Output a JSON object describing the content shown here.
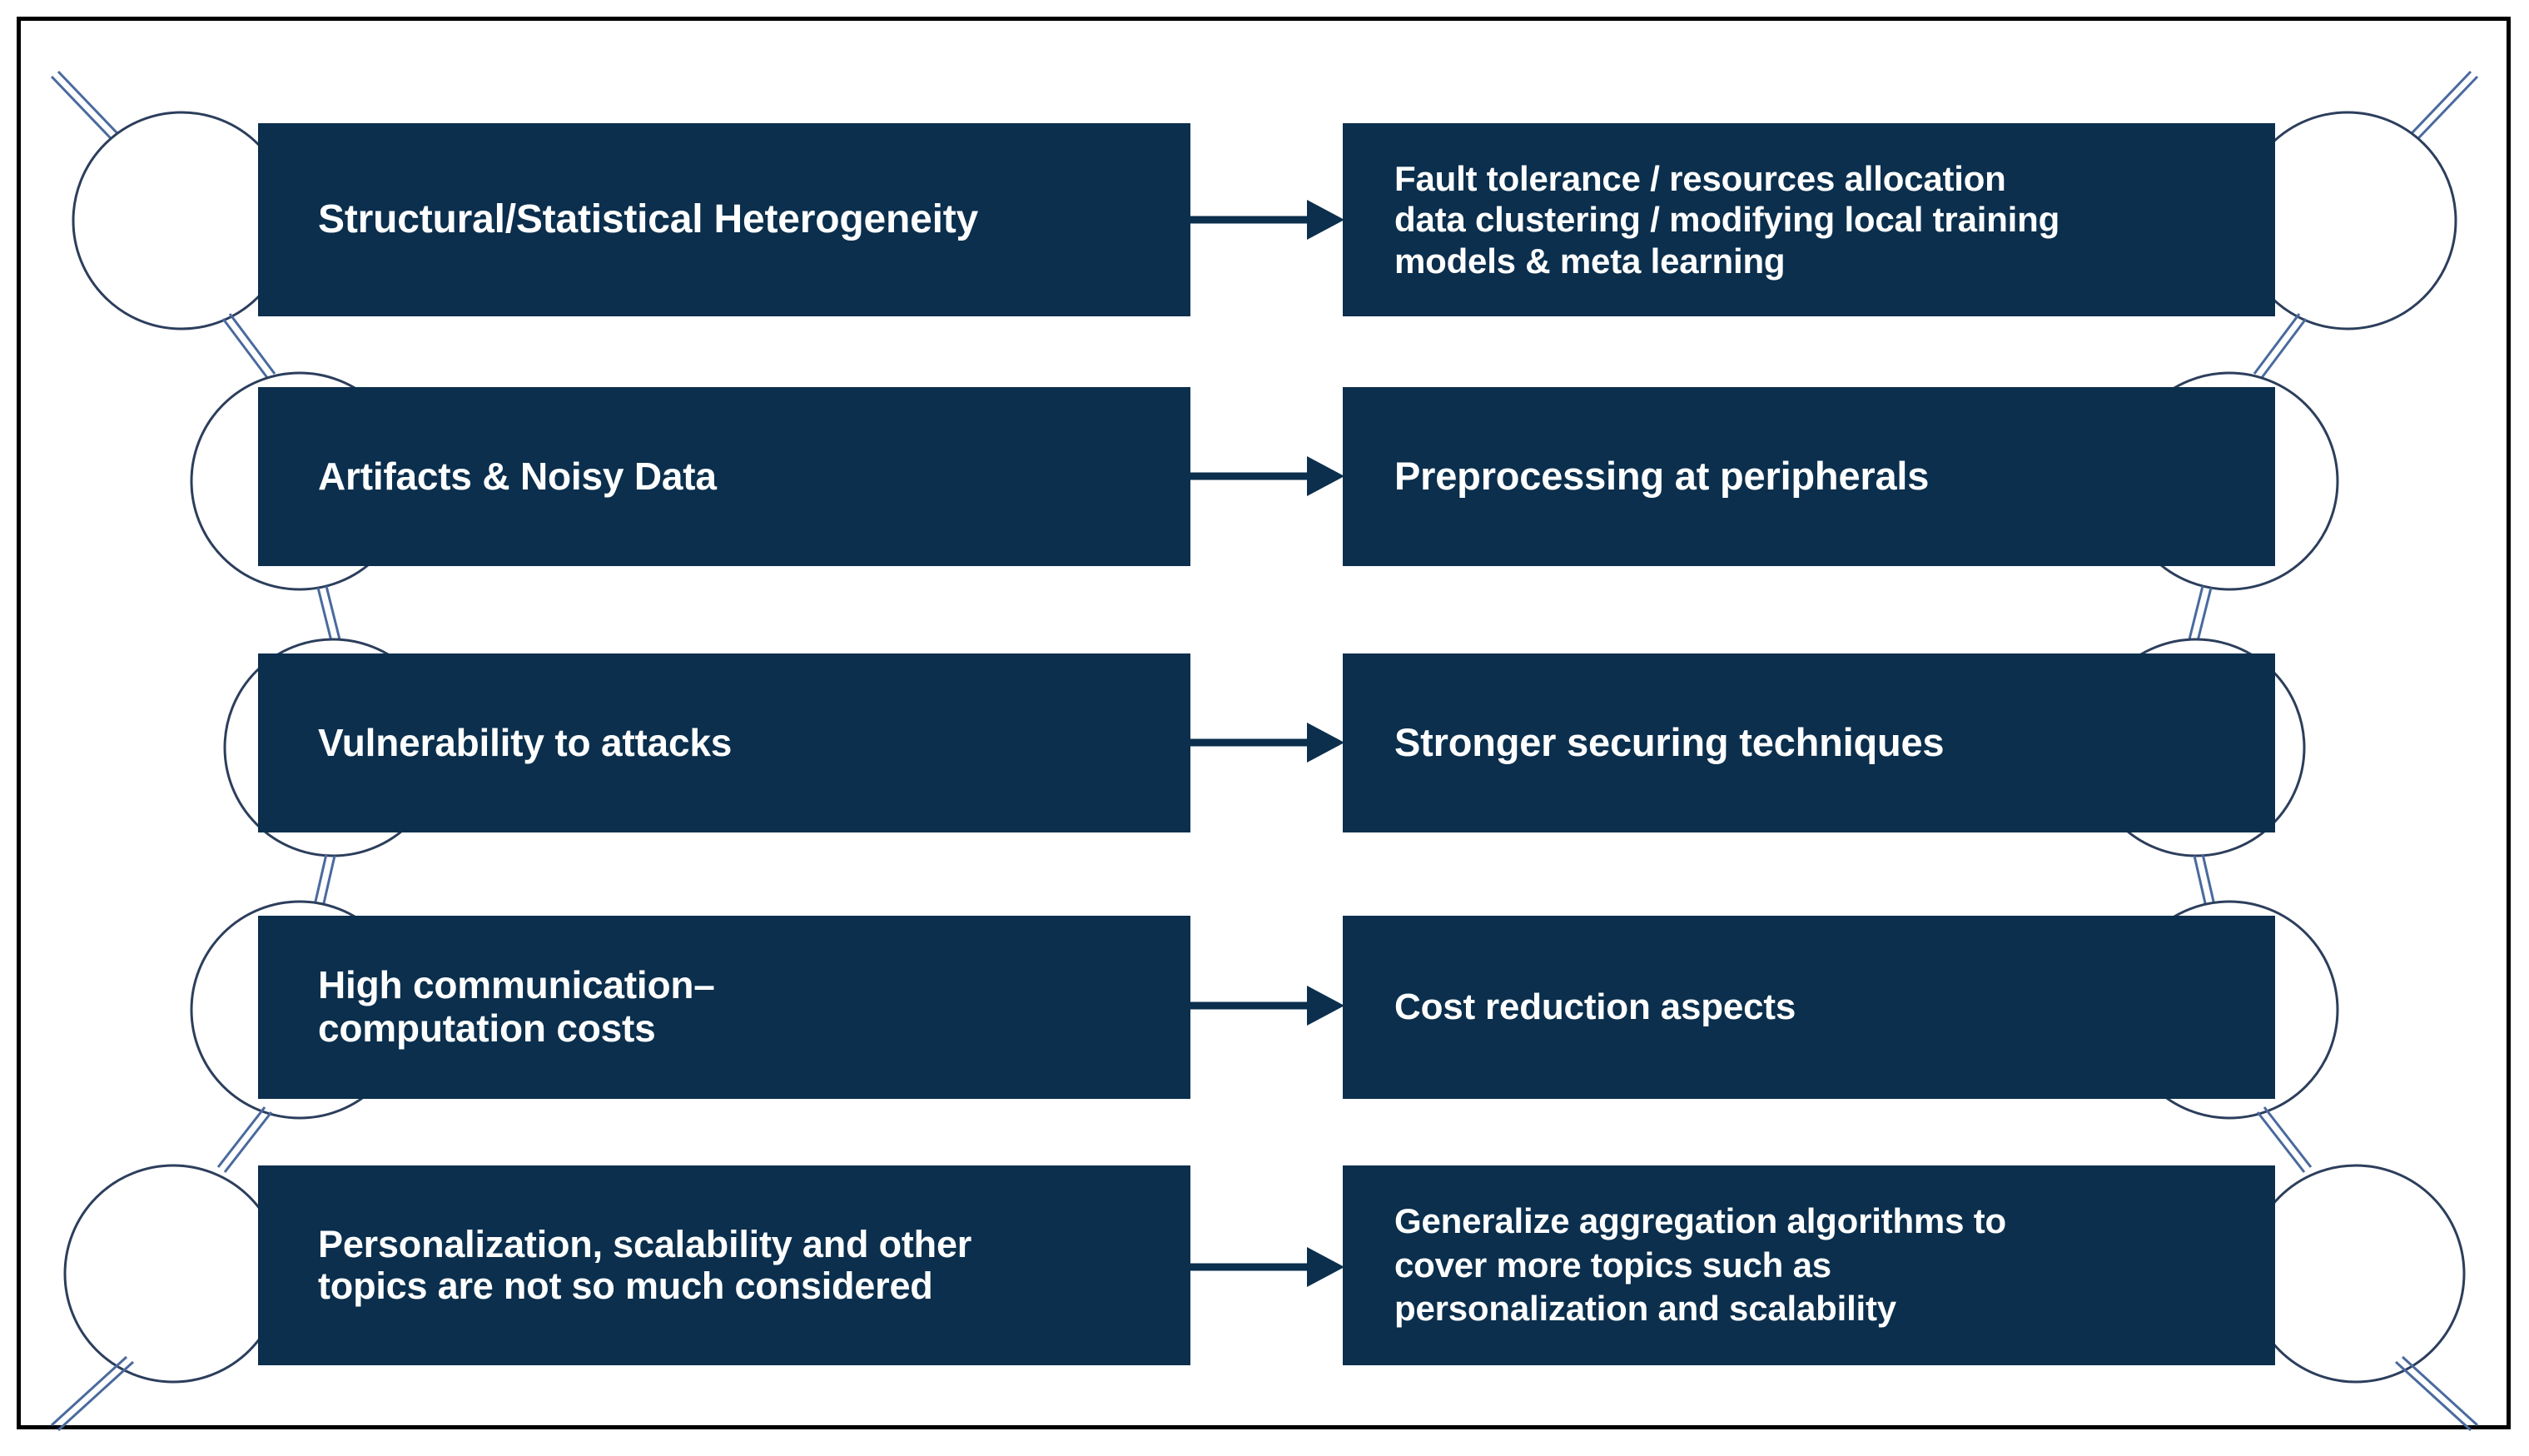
{
  "diagram": {
    "title": "Federated learning challenges and proposed solutions",
    "colors": {
      "box_fill": "#0b2f4d",
      "box_text": "#ffffff",
      "circle_fill": "#ffffff",
      "circle_stroke": "#2c3e5c",
      "stem_stroke": "#4a6a9e",
      "arrow": "#0b2f4d",
      "frame": "#000000",
      "page_background": "#ffffff"
    },
    "rows": [
      {
        "id": "row-1",
        "challenge": "Structural/Statistical Heterogeneity",
        "solution": "Fault tolerance / resources allocation\ndata clustering / modifying local training\nmodels &  meta learning"
      },
      {
        "id": "row-2",
        "challenge": "Artifacts & Noisy Data",
        "solution": "Preprocessing at peripherals"
      },
      {
        "id": "row-3",
        "challenge": "Vulnerability to attacks",
        "solution": "Stronger securing techniques"
      },
      {
        "id": "row-4",
        "challenge": "High communication–\ncomputation costs",
        "solution": "Cost reduction aspects"
      },
      {
        "id": "row-5",
        "challenge": "Personalization, scalability and other\ntopics are not so much considered",
        "solution": "Generalize  aggregation  algorithms  to\ncover more topics such as\npersonalization and scalability"
      }
    ]
  }
}
